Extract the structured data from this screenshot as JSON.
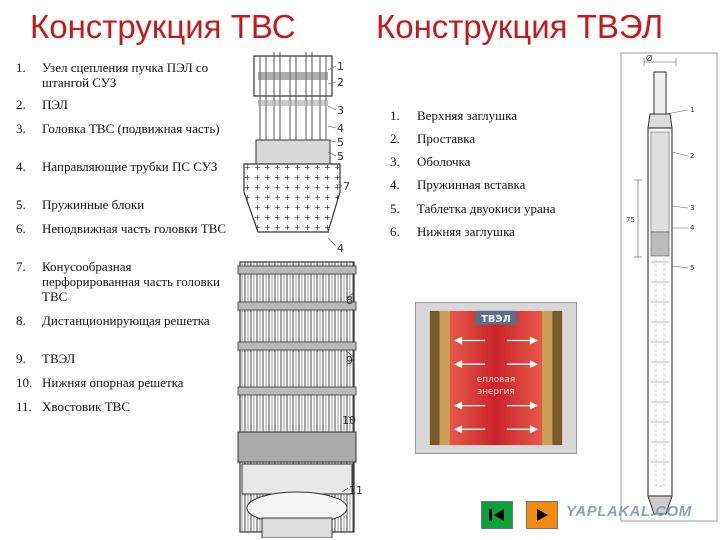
{
  "titles": {
    "left": "Конструкция ТВС",
    "right": "Конструкция ТВЭЛ"
  },
  "left_list": [
    {
      "num": "1.",
      "text": "Узел сцепления пучка ПЭЛ со штангой СУЗ"
    },
    {
      "num": "2.",
      "text": "ПЭЛ"
    },
    {
      "num": "3.",
      "text": "Головка ТВС (подвижная часть)"
    },
    {
      "num": "4.",
      "text": "Направляющие трубки ПС СУЗ"
    },
    {
      "num": "5.",
      "text": "Пружинные блоки"
    },
    {
      "num": "6.",
      "text": "Неподвижная часть головки ТВС"
    },
    {
      "num": "7.",
      "text": "Конусообразная перфорированная часть головки ТВС"
    },
    {
      "num": "8.",
      "text": "Дистанционирующая решетка"
    },
    {
      "num": "9.",
      "text": "ТВЭЛ"
    },
    {
      "num": "10.",
      "text": "Нижняя опорная решетка"
    },
    {
      "num": "11.",
      "text": "Хвостовик ТВС"
    }
  ],
  "right_list": [
    {
      "num": "1.",
      "text": "Верхняя заглушка"
    },
    {
      "num": "2.",
      "text": "Проставка"
    },
    {
      "num": "3.",
      "text": "Оболочка"
    },
    {
      "num": "4.",
      "text": "Пружинная вставка"
    },
    {
      "num": "5.",
      "text": "Таблетка двуокиси урана"
    },
    {
      "num": "6.",
      "text": "Нижняя заглушка"
    }
  ],
  "tvs_callouts": [
    "1",
    "2",
    "3",
    "4",
    "5",
    "5",
    "7",
    "4",
    "8",
    "9",
    "10",
    "11"
  ],
  "tvel_callouts": [
    "1",
    "2",
    "3",
    "4",
    "5"
  ],
  "tvel_dim_labels": [
    "Ø",
    "75"
  ],
  "heat_diagram": {
    "fuel_label": "ТВЭЛ",
    "heat_label_line1": "епловая",
    "heat_label_line2": "энергия"
  },
  "watermark": "YAPLAKAL.COM",
  "colors": {
    "title": "#c41a1a",
    "nav_first": "#0e9e3a",
    "nav_next": "#f08a10",
    "heat_core": "#d9363a",
    "heat_wall": "#a87a3a"
  },
  "icons": {
    "nav_first": "skip-to-start-icon",
    "nav_next": "play-forward-icon"
  }
}
